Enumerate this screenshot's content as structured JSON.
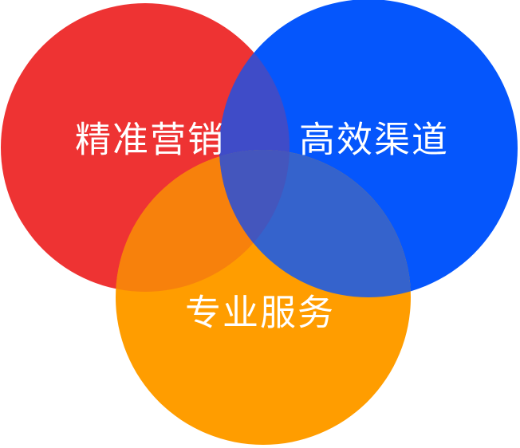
{
  "diagram": {
    "type": "venn",
    "title": "",
    "label_text_color": "#ffffff",
    "background_color": "#ffffff",
    "circles": [
      {
        "id": "precision-marketing",
        "label": "精准营销",
        "color": "#ee3333",
        "position": "top-left"
      },
      {
        "id": "efficient-channels",
        "label": "高效渠道",
        "color": "#0556fc",
        "position": "top-right"
      },
      {
        "id": "professional-services",
        "label": "专业服务",
        "color": "#ff9d00",
        "position": "bottom-center"
      }
    ],
    "overlaps": {
      "red_blue": {
        "color": "#3f4cc8"
      },
      "red_orange": {
        "color": "#f7810c"
      },
      "blue_orange": {
        "color": "#3563cc"
      },
      "center": {
        "color": "#4456bd"
      }
    }
  }
}
